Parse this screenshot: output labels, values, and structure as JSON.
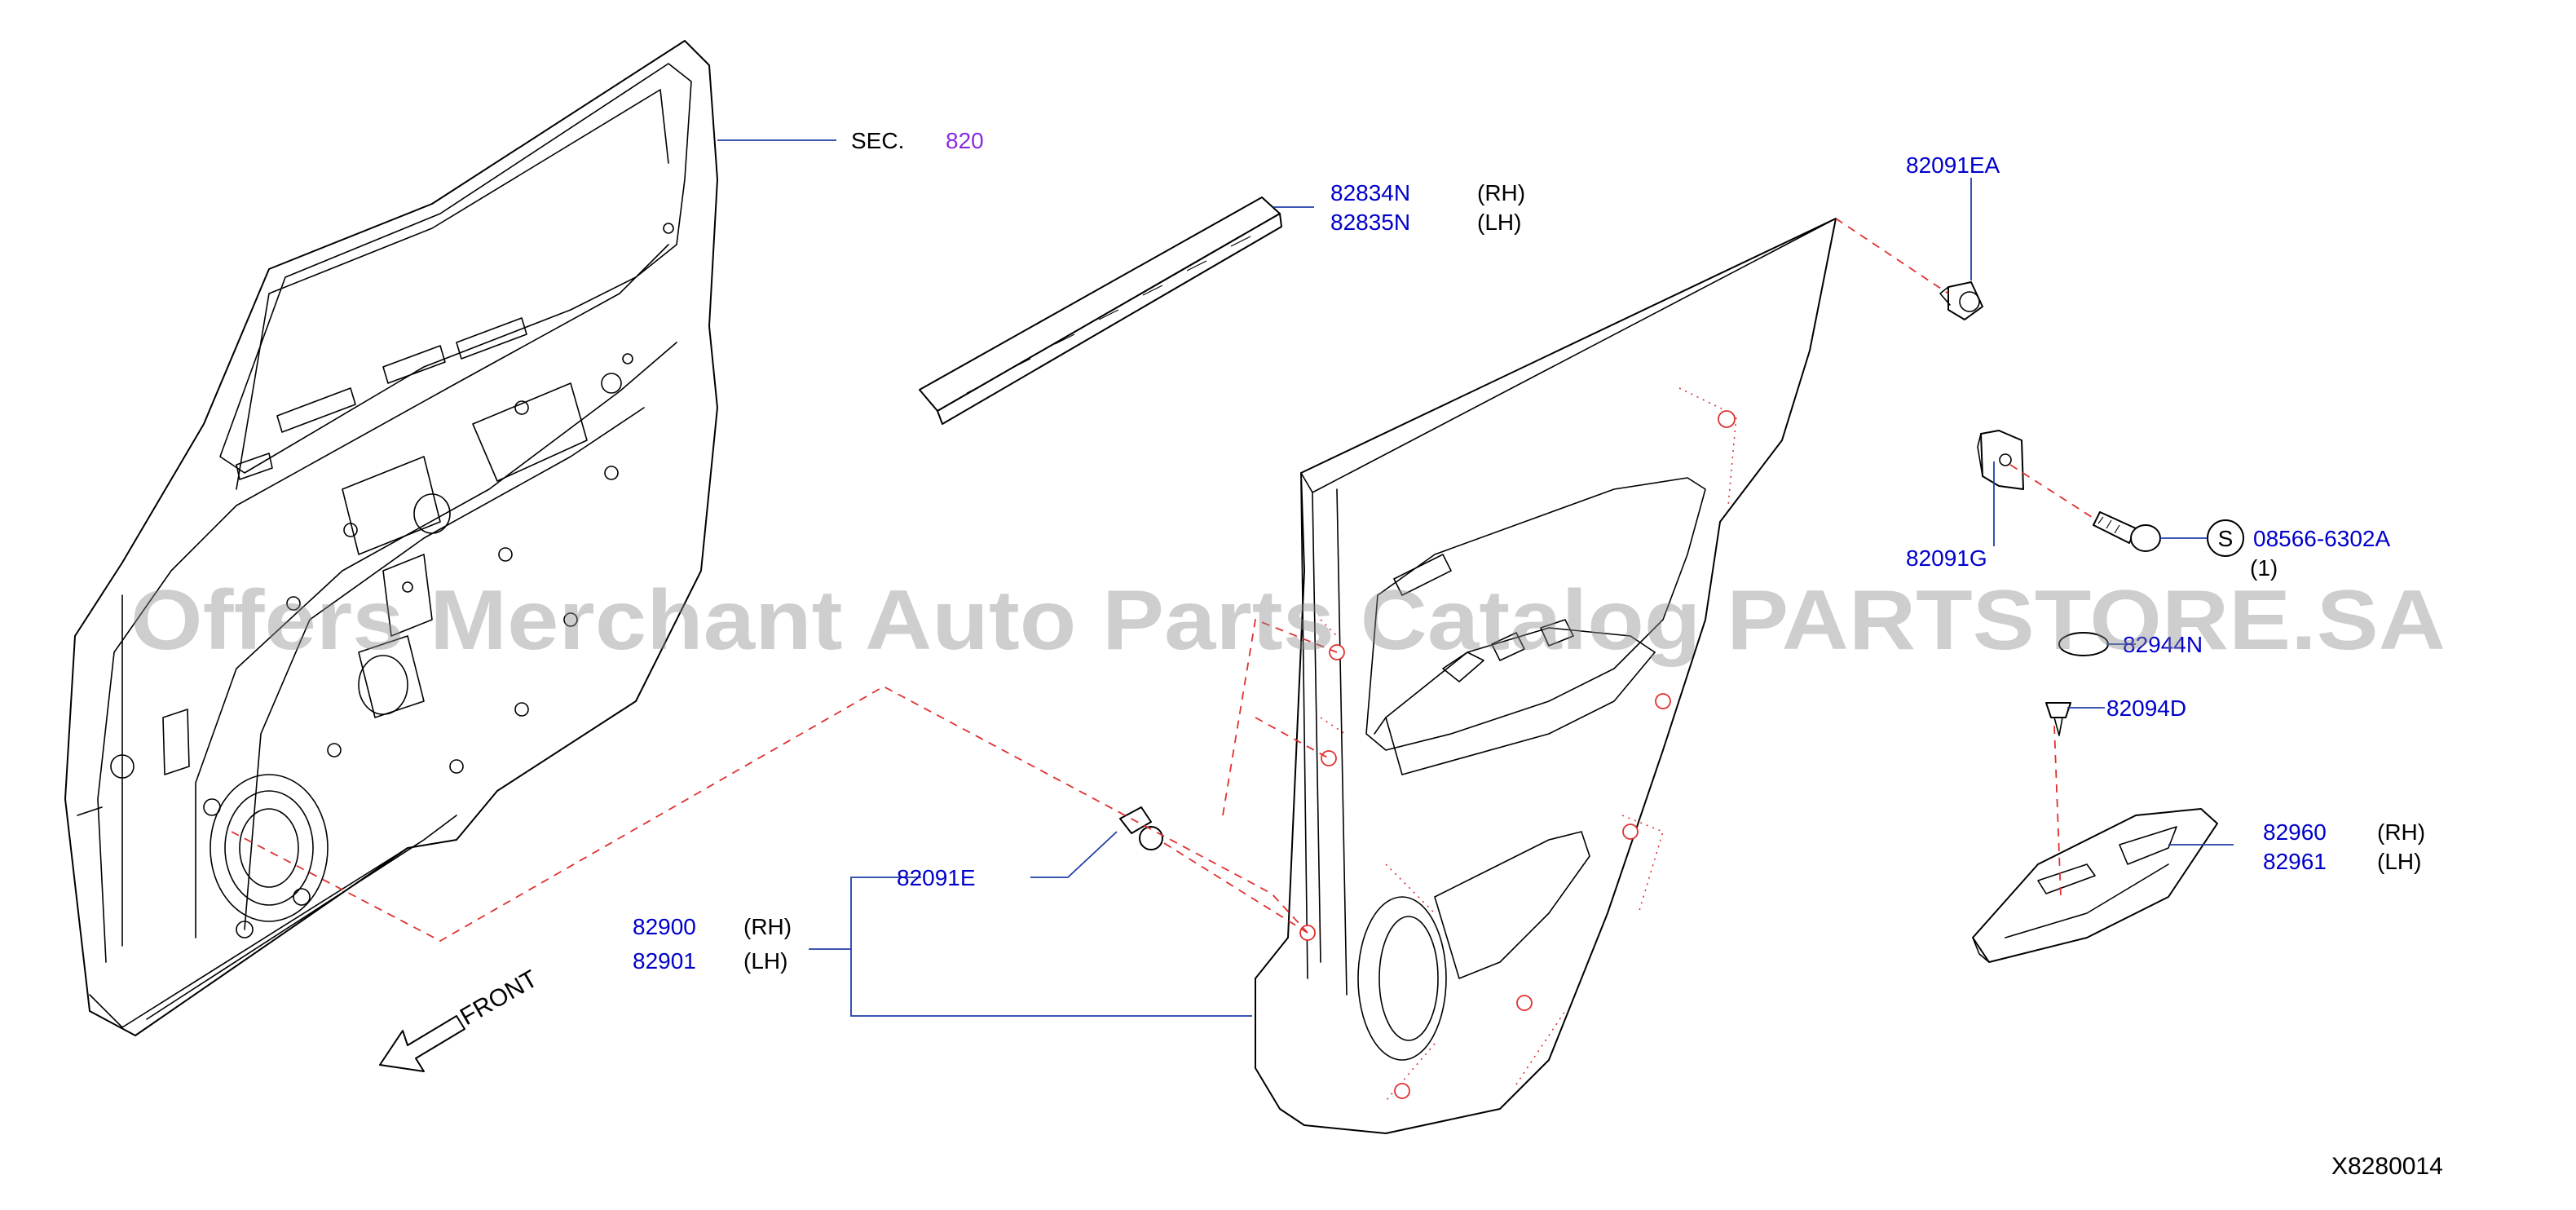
{
  "diagram": {
    "reference_code": "X8280014",
    "direction_label": "FRONT",
    "watermark": "Offers Merchant Auto Parts Catalog PARTSTORE.SA",
    "section_ref": {
      "prefix": "SEC.",
      "number": "820"
    },
    "side_labels": {
      "rh": "(RH)",
      "lh": "(LH)"
    },
    "parts": {
      "molding_rh": "82834N",
      "molding_lh": "82835N",
      "clip_top": "82091EA",
      "bracket": "82091G",
      "screw": "08566-6302A",
      "screw_symbol": "S",
      "screw_qty": "(1)",
      "cap": "82944N",
      "clip_small": "82094D",
      "clip_side": "82091E",
      "finisher_rh": "82900",
      "finisher_lh": "82901",
      "armrest_rh": "82960",
      "armrest_lh": "82961"
    }
  }
}
